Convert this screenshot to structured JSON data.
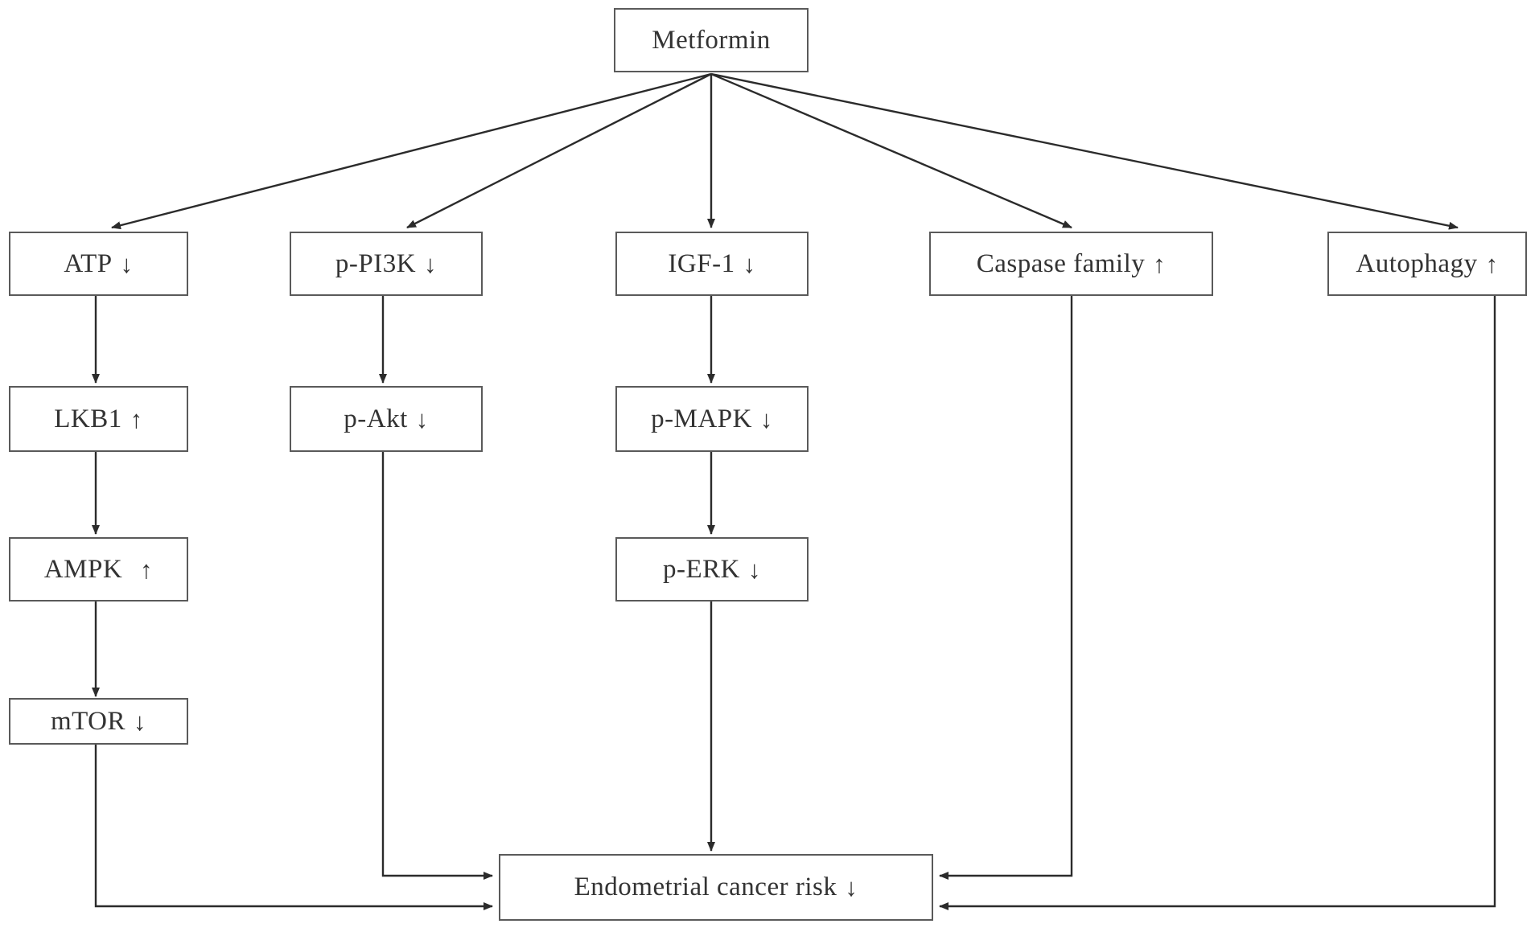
{
  "diagram": {
    "title": "Metformin mechanisms reducing endometrial cancer risk",
    "stroke_color": "#5a5a5a",
    "edge_color": "#2b2b2b",
    "text_color": "#333333",
    "background": "#ffffff"
  },
  "nodes": {
    "metformin": {
      "label": "Metformin",
      "change": ""
    },
    "atp": {
      "label": "ATP",
      "change": "↓"
    },
    "ppi3k": {
      "label": "p-PI3K",
      "change": "↓"
    },
    "igf1": {
      "label": "IGF-1",
      "change": "↓"
    },
    "caspase": {
      "label": "Caspase family",
      "change": "↑"
    },
    "autophagy": {
      "label": "Autophagy",
      "change": "↑"
    },
    "lkb1": {
      "label": "LKB1",
      "change": "↑"
    },
    "pakt": {
      "label": "p-Akt",
      "change": "↓"
    },
    "pmapk": {
      "label": "p-MAPK",
      "change": "↓"
    },
    "ampk": {
      "label": "AMPK",
      "change": "↑"
    },
    "perk": {
      "label": "p-ERK",
      "change": "↓"
    },
    "mtor": {
      "label": "mTOR",
      "change": "↓"
    },
    "outcome": {
      "label": "Endometrial cancer risk",
      "change": "↓"
    }
  },
  "edges": [
    {
      "from": "metformin",
      "to": "atp",
      "style": "diagonal"
    },
    {
      "from": "metformin",
      "to": "ppi3k",
      "style": "diagonal"
    },
    {
      "from": "metformin",
      "to": "igf1",
      "style": "straight-down"
    },
    {
      "from": "metformin",
      "to": "caspase",
      "style": "diagonal"
    },
    {
      "from": "metformin",
      "to": "autophagy",
      "style": "diagonal"
    },
    {
      "from": "atp",
      "to": "lkb1",
      "style": "straight-down"
    },
    {
      "from": "lkb1",
      "to": "ampk",
      "style": "straight-down"
    },
    {
      "from": "ampk",
      "to": "mtor",
      "style": "straight-down"
    },
    {
      "from": "ppi3k",
      "to": "pakt",
      "style": "straight-down"
    },
    {
      "from": "igf1",
      "to": "pmapk",
      "style": "straight-down"
    },
    {
      "from": "pmapk",
      "to": "perk",
      "style": "straight-down"
    },
    {
      "from": "perk",
      "to": "outcome",
      "style": "straight-down"
    },
    {
      "from": "mtor",
      "to": "outcome",
      "style": "elbow-left-lower"
    },
    {
      "from": "pakt",
      "to": "outcome",
      "style": "elbow-left-upper"
    },
    {
      "from": "caspase",
      "to": "outcome",
      "style": "elbow-right-upper"
    },
    {
      "from": "autophagy",
      "to": "outcome",
      "style": "elbow-right-lower"
    }
  ]
}
